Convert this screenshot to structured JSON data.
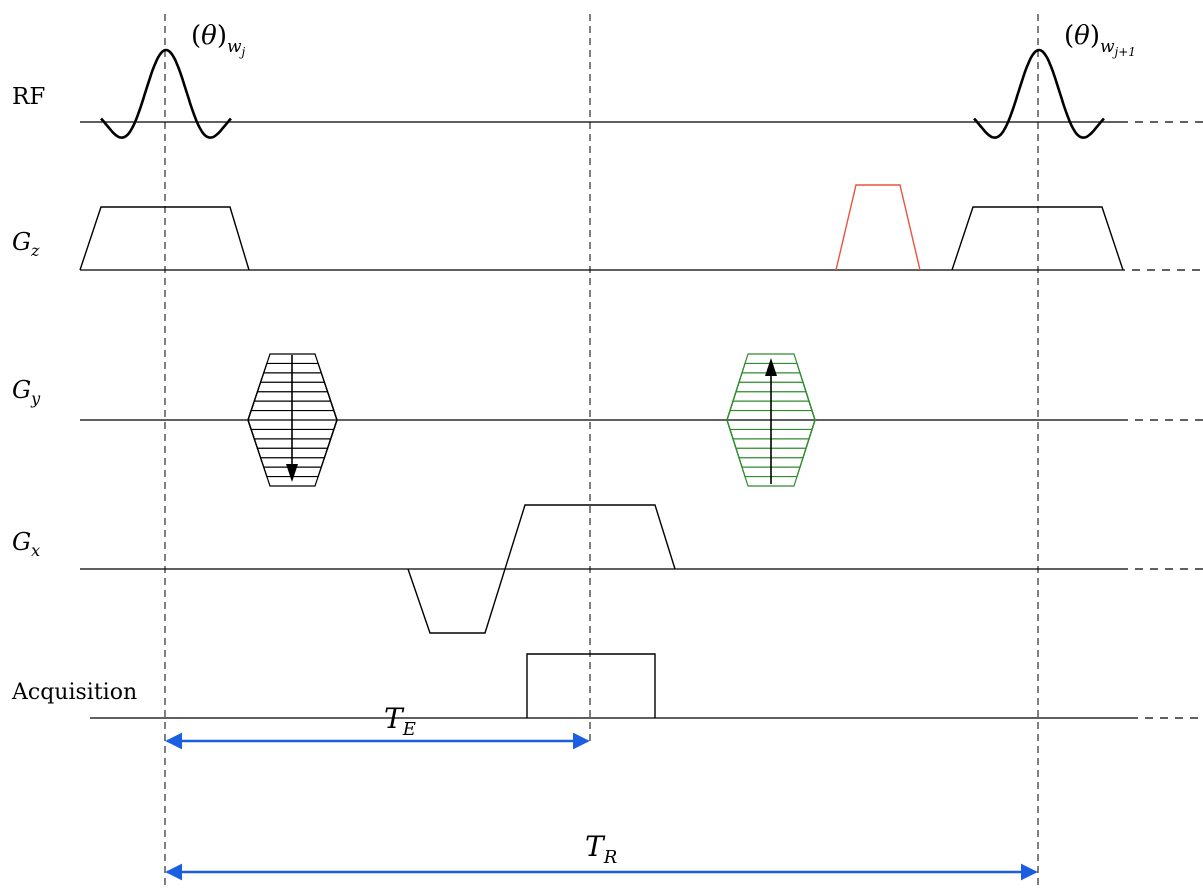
{
  "rows": {
    "rf": "RF",
    "gz": {
      "base": "G",
      "sub": "z"
    },
    "gy": {
      "base": "G",
      "sub": "y"
    },
    "gx": {
      "base": "G",
      "sub": "x"
    },
    "acq": "Acquisition"
  },
  "pulses": {
    "first": {
      "open": "(",
      "theta": "θ",
      "close": ")",
      "sub": "w",
      "subsub": "j"
    },
    "second": {
      "open": "(",
      "theta": "θ",
      "close": ")",
      "sub": "w",
      "subsub": "j+1"
    }
  },
  "intervals": {
    "te": {
      "base": "T",
      "sub": "E"
    },
    "tr": {
      "base": "T",
      "sub": "R"
    }
  },
  "colors": {
    "line": "#000000",
    "spoiler": "#e8543f",
    "rewinder": "#2e8b2e",
    "arrow": "#1a5fe0"
  }
}
